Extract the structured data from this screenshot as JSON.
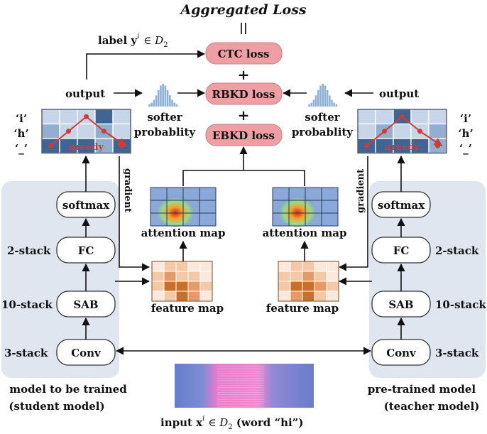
{
  "title": "Aggregated Loss",
  "equals": "||",
  "plus": "+",
  "label_text": "label ",
  "label_var": "y",
  "label_sup": "i",
  "label_in": "∈ ",
  "label_set": "D",
  "label_sub": "2",
  "losses": {
    "ctc": "CTC loss",
    "rbkd": "RBKD loss",
    "ebkd": "EBKD loss"
  },
  "output": "output",
  "softer_1": "softer",
  "softer_2": "probablity",
  "greedy": "greedy",
  "row_labels": [
    "‘i’",
    "‘h’",
    "‘_’"
  ],
  "gradient": "gradient",
  "nodes": {
    "softmax": "softmax",
    "fc": "FC",
    "sab": "SAB",
    "conv": "Conv"
  },
  "stacks": {
    "fc": "2-stack",
    "sab": "10-stack",
    "conv": "3-stack"
  },
  "attention_map": "attention map",
  "feature_map": "feature map",
  "student_1": "model to be trained",
  "student_2": "(student model)",
  "teacher_1": "pre-trained model",
  "teacher_2": "(teacher model)",
  "input_text": "input ",
  "input_var": "x",
  "input_sup": "i",
  "input_in": "∈ ",
  "input_set": "D",
  "input_sub": "2",
  "input_word": " (word ",
  "input_quote": "“hi”",
  "input_close": ")",
  "colors": {
    "panel": "#dfe6ef",
    "loss_fill": "#ef9ea3",
    "grid_dark": "#3f6592",
    "grid_light": "#c7d5e8",
    "greedy_path": "#d23b35",
    "feature_dark": "#b85d2a",
    "feature_light": "#f6dac6",
    "spectrogram_low": "#5a72c8",
    "spectrogram_high": "#f07ad0"
  }
}
